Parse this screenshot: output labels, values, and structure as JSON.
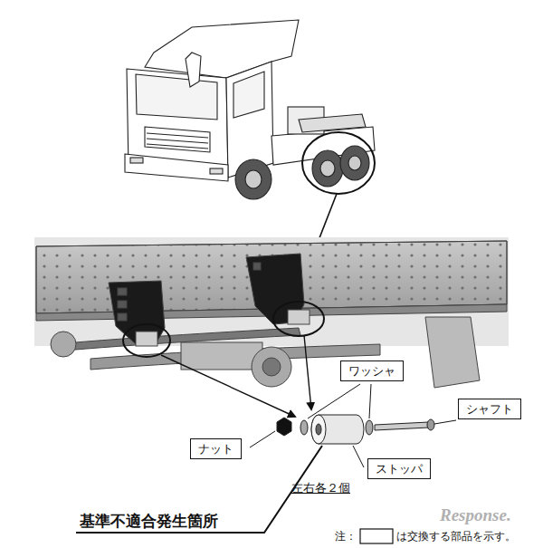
{
  "diagram": {
    "nodes": [
      {
        "text": [
          "ワッシャ"
        ]
      },
      {
        "text": [
          "シャフト"
        ]
      },
      {
        "text": [
          "ナット"
        ]
      },
      {
        "text": [
          "ストッパ"
        ]
      }
    ],
    "labels": [
      "左右各２個",
      "基準不適合発生箇所",
      "注：",
      "は交換する部品を示す。",
      "Response."
    ]
  }
}
